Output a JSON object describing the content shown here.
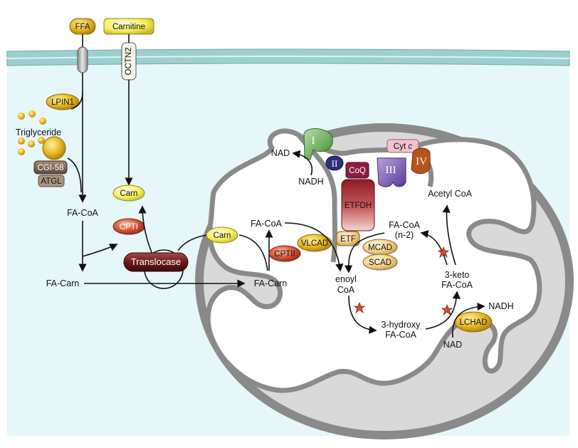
{
  "labels": {
    "ffa": "FFA",
    "carnitine": "Carnitine",
    "octn2": "OCTN2",
    "lpin1": "LPIN1",
    "triglyceride": "Triglyceride",
    "cgi58": "CGI-58",
    "atgl": "ATGL",
    "carn_top": "Carn",
    "fa_coa_cyto": "FA-CoA",
    "cpt1": "CPTI",
    "translocase": "Translocase",
    "fa_carn_cyto": "FA-Carn",
    "carn_mid": "Carn",
    "fa_carn_mito": "FA-Carn",
    "fa_coa_mito": "FA-CoA",
    "cpt2": "CPTII",
    "vlcad": "VLCAD",
    "etf": "ETF",
    "etfdh": "ETFDH",
    "coq": "CoQ",
    "complex1": "I",
    "complex2": "II",
    "complex3": "III",
    "complex4": "IV",
    "cytc_main": "Cyt ",
    "cytc_italic": "c",
    "nad_top": "NAD",
    "nadh_top": "NADH",
    "enoyl_1": "enoyl",
    "enoyl_2": "CoA",
    "mcad": "MCAD",
    "scad": "SCAD",
    "fa_coa_n2_1": "FA-CoA",
    "fa_coa_n2_2": "(n-2)",
    "acetyl_coa": "Acetyl CoA",
    "keto_1": "3-keto",
    "keto_2": "FA-CoA",
    "hydroxy_1": "3-hydroxy",
    "hydroxy_2": "FA-CoA",
    "lchad": "LCHAD",
    "nadh_bottom": "NADH",
    "nad_bottom": "NAD"
  },
  "colors": {
    "membrane": "#9ccfd0",
    "cytoplasm": "#e6f7fa",
    "mito_outer": "#8a8a8a",
    "matrix": "#d8d8d8",
    "cristae": "#ffffff",
    "gold": "#e8b81f",
    "yellow": "#f7f060",
    "red": "#d8553a",
    "maroon": "#6e1a1a",
    "tan": "#f1cf8a",
    "brown": "#7a6450",
    "green": "#6db258",
    "navy": "#2e2f7e",
    "purple": "#7d5bb5",
    "orange_brown": "#b4561c",
    "pink": "#f3c1cf",
    "star": "#d4502e"
  }
}
